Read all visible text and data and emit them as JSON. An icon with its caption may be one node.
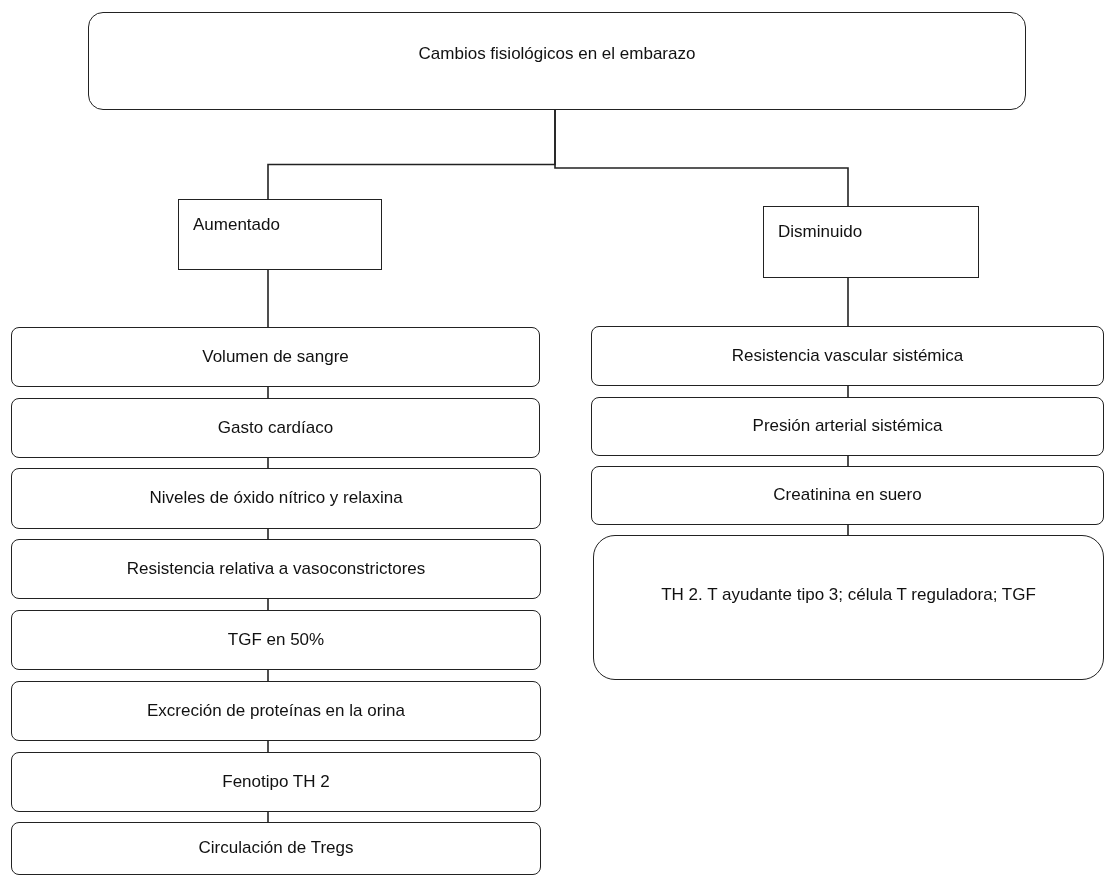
{
  "diagram": {
    "nodes": [
      {
        "text": [
          "Cambios fisiológicos en el embarazo"
        ]
      },
      {
        "text": [
          "Aumentado"
        ]
      },
      {
        "text": [
          "Disminuido"
        ]
      },
      {
        "text": [
          "Volumen de sangre"
        ]
      },
      {
        "text": [
          "Gasto cardíaco"
        ]
      },
      {
        "text": [
          "Niveles de óxido nítrico y relaxina"
        ]
      },
      {
        "text": [
          "Resistencia relativa a vasoconstrictores"
        ]
      },
      {
        "text": [
          "TGF en 50%"
        ]
      },
      {
        "text": [
          "Excreción de proteínas en la orina"
        ]
      },
      {
        "text": [
          "Fenotipo TH 2"
        ]
      },
      {
        "text": [
          "Circulación de Tregs"
        ]
      },
      {
        "text": [
          "Resistencia vascular sistémica"
        ]
      },
      {
        "text": [
          "Presión arterial sistémica"
        ]
      },
      {
        "text": [
          "Creatinina en suero"
        ]
      },
      {
        "text": [
          "TH 2. T ayudante tipo 3; célula T reguladora; TGF"
        ]
      }
    ],
    "edges": [
      {
        "from": 0,
        "to": 1,
        "arrow": "none"
      },
      {
        "from": 0,
        "to": 2,
        "arrow": "none"
      },
      {
        "from": 1,
        "to": 3,
        "arrow": "none"
      },
      {
        "from": 3,
        "to": 4,
        "arrow": "none"
      },
      {
        "from": 4,
        "to": 5,
        "arrow": "none"
      },
      {
        "from": 5,
        "to": 6,
        "arrow": "none"
      },
      {
        "from": 6,
        "to": 7,
        "arrow": "none"
      },
      {
        "from": 7,
        "to": 8,
        "arrow": "none"
      },
      {
        "from": 8,
        "to": 9,
        "arrow": "none"
      },
      {
        "from": 9,
        "to": 10,
        "arrow": "none"
      },
      {
        "from": 2,
        "to": 11,
        "arrow": "none"
      },
      {
        "from": 11,
        "to": 12,
        "arrow": "none"
      },
      {
        "from": 12,
        "to": 13,
        "arrow": "none"
      },
      {
        "from": 13,
        "to": 14,
        "arrow": "none"
      }
    ]
  }
}
